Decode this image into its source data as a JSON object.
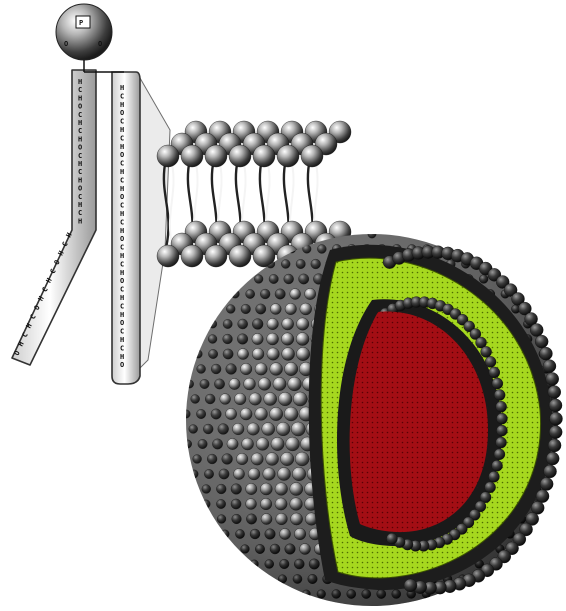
{
  "figure": {
    "subject": "phospholipid-bilayer-liposome-illustration",
    "colors": {
      "background": "#ffffff",
      "sphere_dark": "#3a3a3a",
      "sphere_mid": "#8a8a8a",
      "sphere_light": "#e6e6e6",
      "lipid_layer_green": "#9fd21c",
      "aqueous_core_red": "#a80f14",
      "tail_tube": "#f2f2f2"
    },
    "head_group_labels": [
      "P",
      "O",
      "O"
    ],
    "chain_atom_labels": [
      "H",
      "C",
      "H",
      "O",
      "C"
    ],
    "icons": [
      "phospholipid-molecule",
      "bilayer-patch",
      "liposome-cross-section"
    ]
  }
}
